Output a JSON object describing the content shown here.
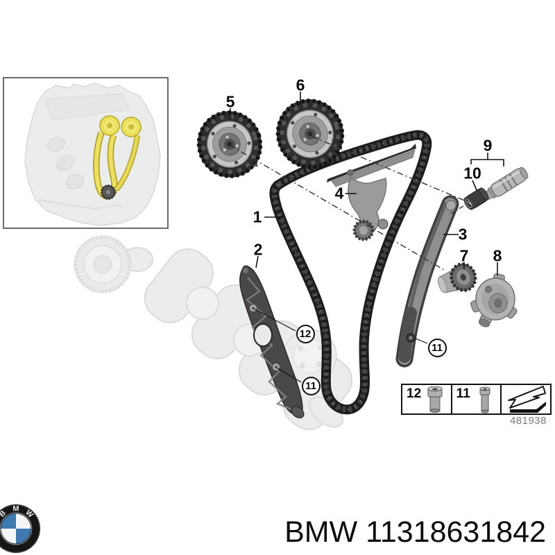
{
  "product": {
    "brand": "BMW",
    "part_number": "11318631842"
  },
  "diagram": {
    "figure_number": "481938",
    "part_labels": {
      "p1": "1",
      "p2": "2",
      "p3": "3",
      "p4": "4",
      "p5": "5",
      "p6": "6",
      "p7": "7",
      "p8": "8",
      "p9": "9",
      "p10": "10"
    },
    "circled_labels": {
      "c11": "11",
      "c12": "12"
    },
    "legend": {
      "item12": "12",
      "item11": "11",
      "bolt12_icon": "socket-head-bolt",
      "bolt11_icon": "stud-bolt",
      "arrow_icon": "direction-of-travel-arrow"
    },
    "inset": {
      "content": "engine-front-view-with-highlighted-timing-chain",
      "highlight_color": "#ecdf63"
    },
    "colors": {
      "chain": "#1c1c1c",
      "ghost_part": "#ebecec",
      "guide_rail": "#484848",
      "label_text": "#0a0a0a"
    }
  }
}
